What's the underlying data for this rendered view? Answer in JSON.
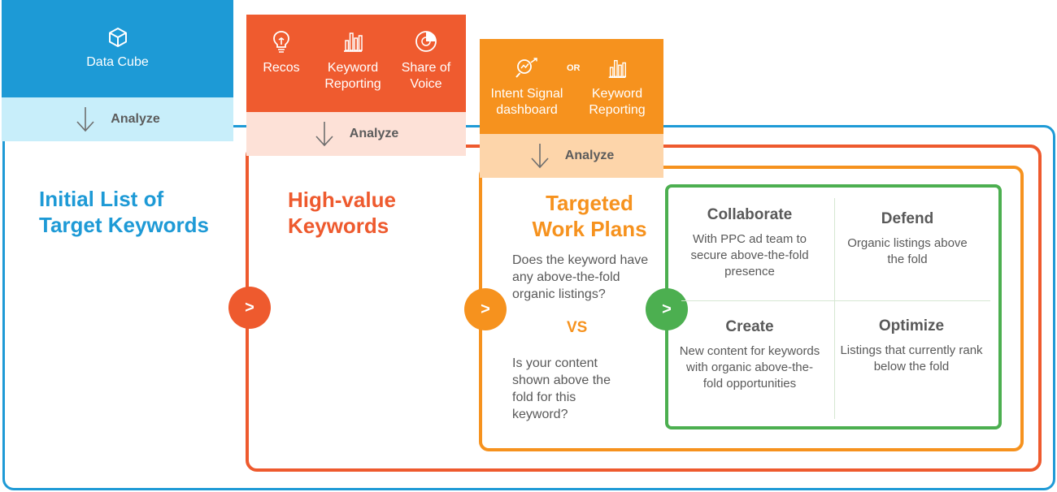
{
  "stage1": {
    "tool": "Data Cube",
    "analyze": "Analyze",
    "title": "Initial List of Target Keywords",
    "color": "#1e9ad6"
  },
  "stage2": {
    "tools": [
      "Recos",
      "Keyword Reporting",
      "Share of Voice"
    ],
    "analyze": "Analyze",
    "title": "High-value Keywords",
    "color": "#ee5a2e"
  },
  "stage3": {
    "tools": [
      "Intent Signal dashboard",
      "Keyword Reporting"
    ],
    "or_label": "OR",
    "analyze": "Analyze",
    "title": "Targeted Work Plans",
    "question1": "Does the keyword have any above-the-fold organic listings?",
    "vs_label": "VS",
    "question2": "Is your content shown above the fold for this keyword?",
    "color": "#f6921e"
  },
  "arrows": {
    "next_symbol": ">"
  },
  "quadrants": [
    {
      "heading": "Collaborate",
      "text": "With PPC ad team to secure above-the-fold presence"
    },
    {
      "heading": "Defend",
      "text": "Organic listings above the fold"
    },
    {
      "heading": "Create",
      "text": "New content for keywords with organic above-the-fold opportunities"
    },
    {
      "heading": "Optimize",
      "text": "Listings that currently rank below the fold"
    }
  ],
  "colors": {
    "green": "#4caf50",
    "label_gray": "#595959"
  },
  "icons": [
    "cube-icon",
    "down-arrow-icon",
    "lightbulb-icon",
    "bar-chart-icon",
    "pie-chart-icon",
    "magnifier-chart-icon"
  ]
}
